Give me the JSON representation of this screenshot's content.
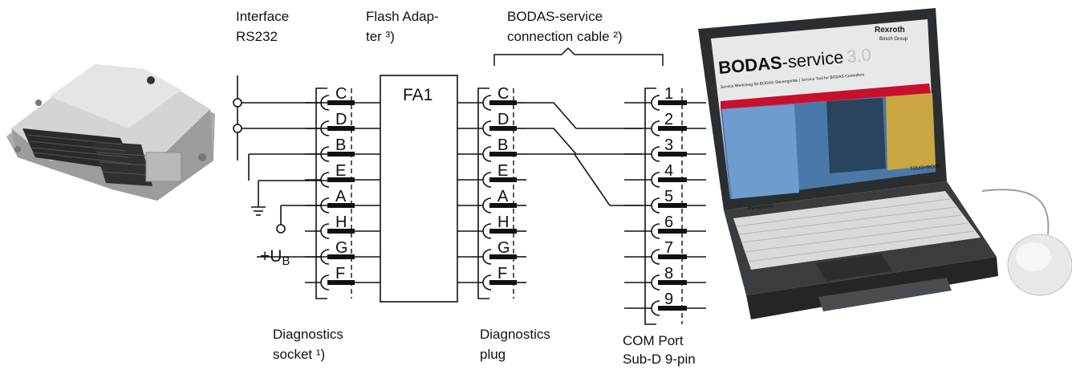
{
  "labels": {
    "interface_line1": "Interface",
    "interface_line2": "RS232",
    "flash_line1": "Flash Adap-",
    "flash_line2": "ter ³)",
    "cable_line1": "BODAS-service",
    "cable_line2": "connection cable ²)",
    "socket_line1": "Diagnostics",
    "socket_line2": "socket ¹)",
    "plug_line1": "Diagnostics",
    "plug_line2": "plug",
    "com_line1": "COM Port",
    "com_line2": "Sub-D 9-pin",
    "adapter_box": "FA1",
    "supply": "+U",
    "supply_sub": "B"
  },
  "socket_pins": [
    "C",
    "D",
    "B",
    "E",
    "A",
    "H",
    "G",
    "F"
  ],
  "plug_pins": [
    "C",
    "D",
    "B",
    "E",
    "A",
    "H",
    "G",
    "F"
  ],
  "com_pins": [
    "1",
    "2",
    "3",
    "4",
    "5",
    "6",
    "7",
    "8",
    "9"
  ],
  "laptop": {
    "brand": "Rexroth",
    "brand_sub": "Bosch Group",
    "screen_title_bold": "BODAS",
    "screen_title_rest": "-service",
    "screen_version": "3.0",
    "screen_subtitle": "Service Werkzeug für BODAS-Steuergeräte  |  Service Tool for BODAS Controllers",
    "maker": "Panasonic",
    "model": "TOUGHBOOK"
  },
  "colors": {
    "line": "#111111",
    "ecu_metal": "#c9cacc",
    "laptop_body": "#2b2e30",
    "screen_red": "#c8102e",
    "screen_blue": "#4a78a8"
  }
}
